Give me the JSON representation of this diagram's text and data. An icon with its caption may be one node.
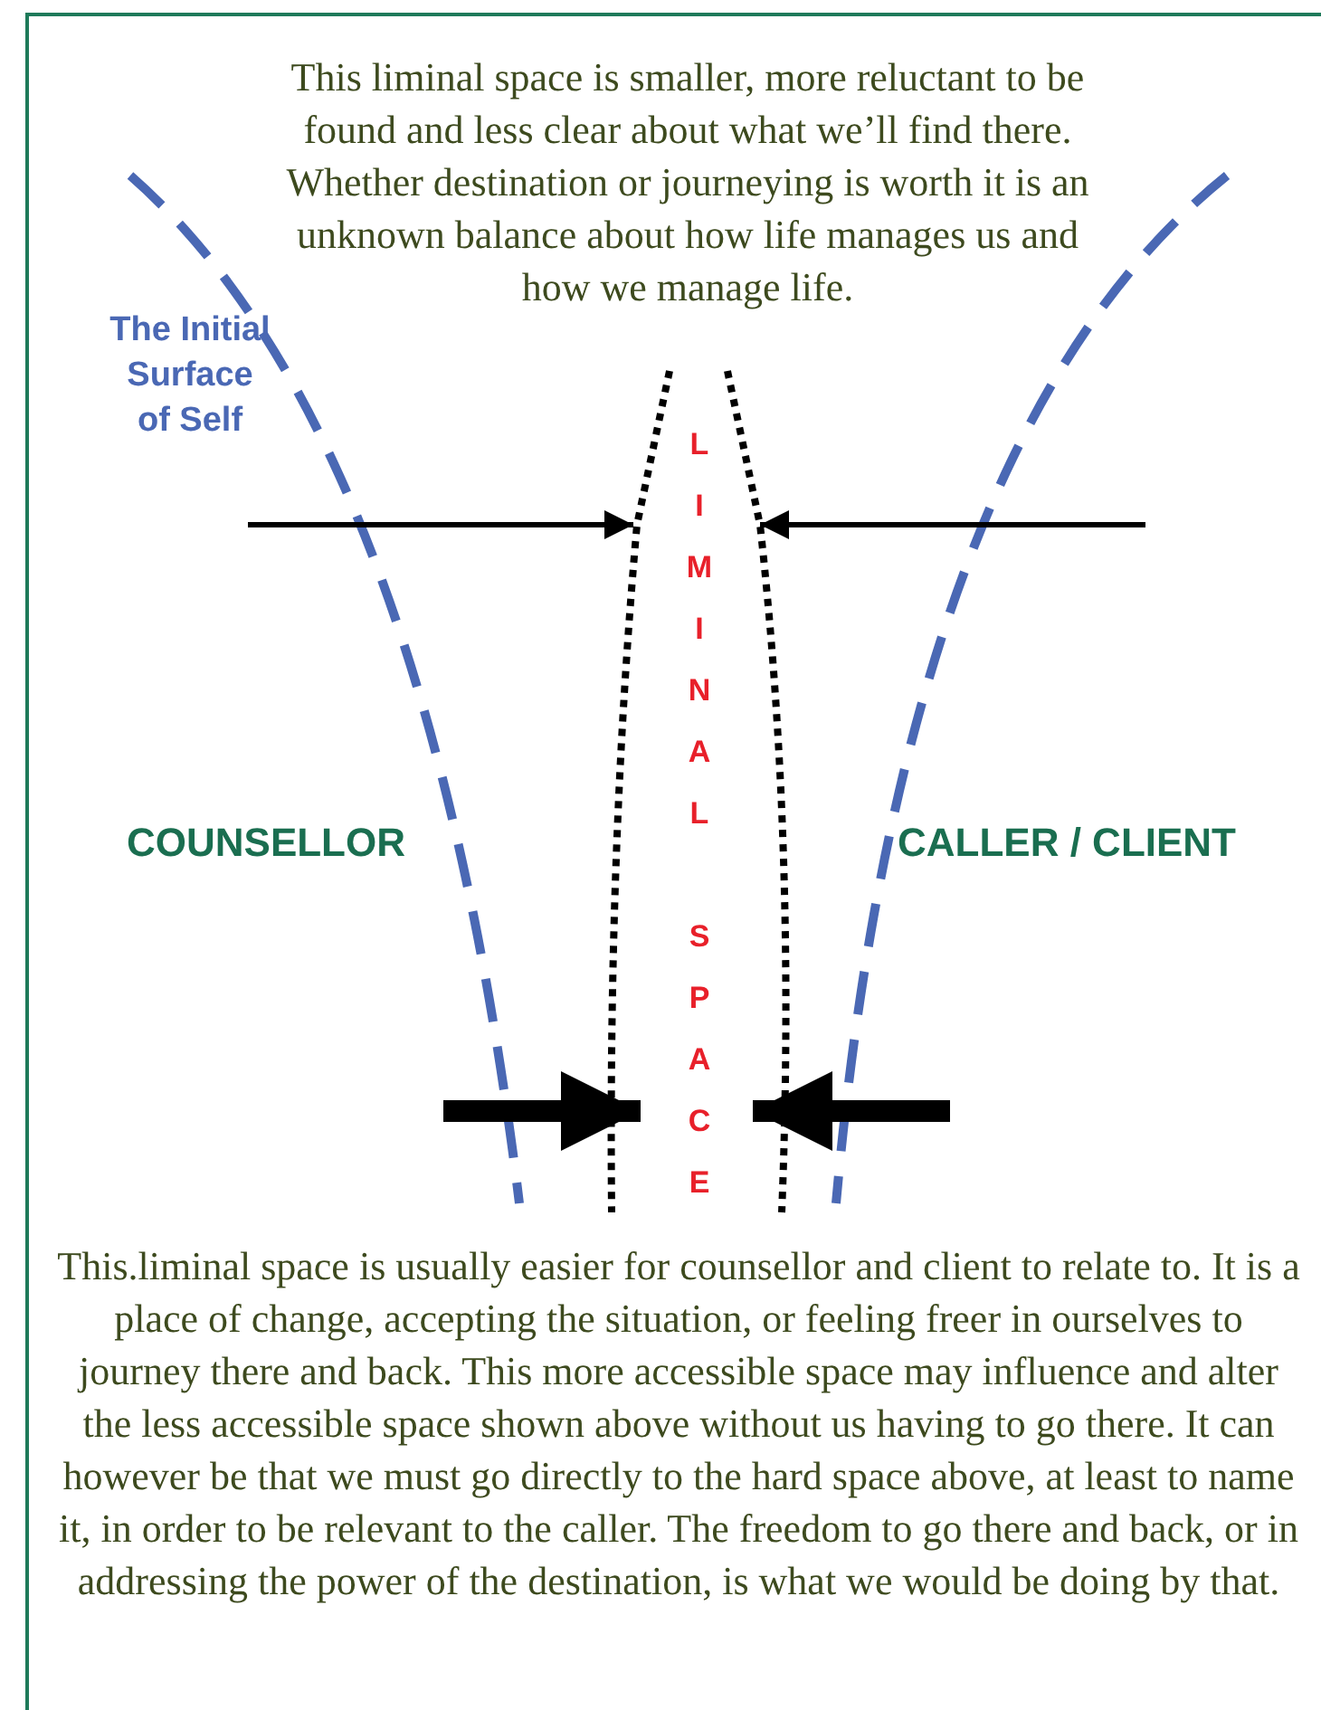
{
  "diagram": {
    "labels": [
      "This liminal space is smaller, more reluctant to be found and less clear about what we’ll find there. Whether destination or journeying is worth it is an unknown balance about how life manages us and how we manage life.",
      "The Initial Surface of Self",
      "LIMINAL SPACE",
      "COUNSELLOR",
      "CALLER / CLIENT",
      "This.liminal space is usually easier for counsellor and client to relate to. It is a place of change, accepting the situation, or feeling freer in ourselves to journey there and back. This more accessible space may influence and alter the less accessible space shown above without us having to go there. It can however be that we must go directly to the hard space above, at least to name it, in order to be relevant to the caller. The freedom to go there and back, or in addressing the power of the destination, is what we would be doing by that."
    ]
  }
}
